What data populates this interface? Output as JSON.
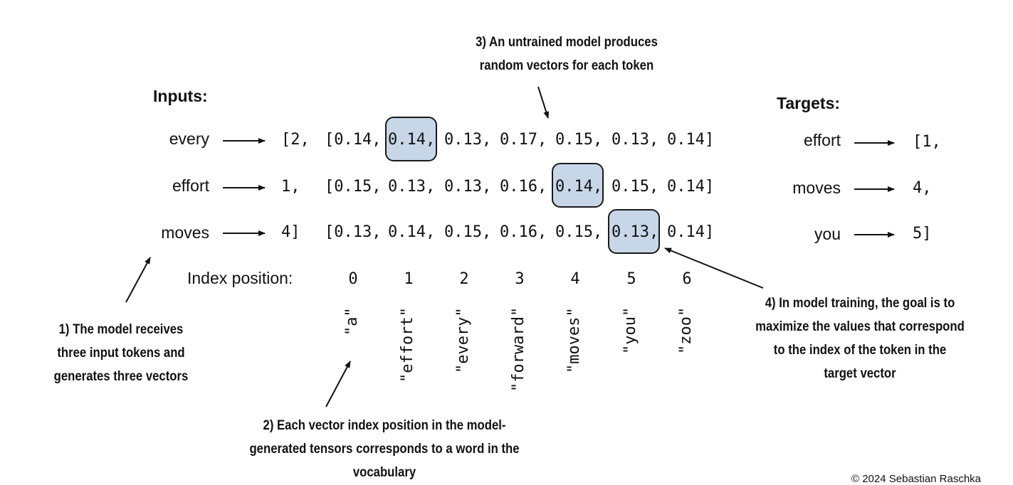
{
  "inputs_heading": "Inputs:",
  "targets_heading": "Targets:",
  "input_words": [
    "every",
    "effort",
    "moves"
  ],
  "input_ids": [
    "[2,",
    "1,",
    "4]"
  ],
  "vectors": [
    [
      "[0.14,",
      "0.14,",
      "0.13,",
      "0.17,",
      "0.15,",
      "0.13,",
      "0.14]"
    ],
    [
      "[0.15,",
      "0.13,",
      "0.13,",
      "0.16,",
      "0.14,",
      "0.15,",
      "0.14]"
    ],
    [
      "[0.13,",
      "0.14,",
      "0.15,",
      "0.16,",
      "0.15,",
      "0.13,",
      "0.14]"
    ]
  ],
  "highlight_color": "#c8d7e8",
  "target_words": [
    "effort",
    "moves",
    "you"
  ],
  "target_ids": [
    "[1,",
    "4,",
    "5]"
  ],
  "index_position_label": "Index position:",
  "index_numbers": [
    "0",
    "1",
    "2",
    "3",
    "4",
    "5",
    "6"
  ],
  "vocab": [
    "\"a\"",
    "\"effort\"",
    "\"every\"",
    "\"forward\"",
    "\"moves\"",
    "\"you\"",
    "\"zoo\""
  ],
  "note1": [
    "1) The model receives",
    "three input tokens and",
    "generates three vectors"
  ],
  "note2": [
    "2) Each vector index position in the model-",
    "generated tensors corresponds to a word in the",
    "vocabulary"
  ],
  "note3": [
    "3) An untrained model produces",
    "random vectors for each token"
  ],
  "note4": [
    "4) In model training, the goal is to",
    "maximize the values that correspond",
    "to the index of the token in the",
    "target vector"
  ],
  "copyright": "© 2024 Sebastian Raschka"
}
